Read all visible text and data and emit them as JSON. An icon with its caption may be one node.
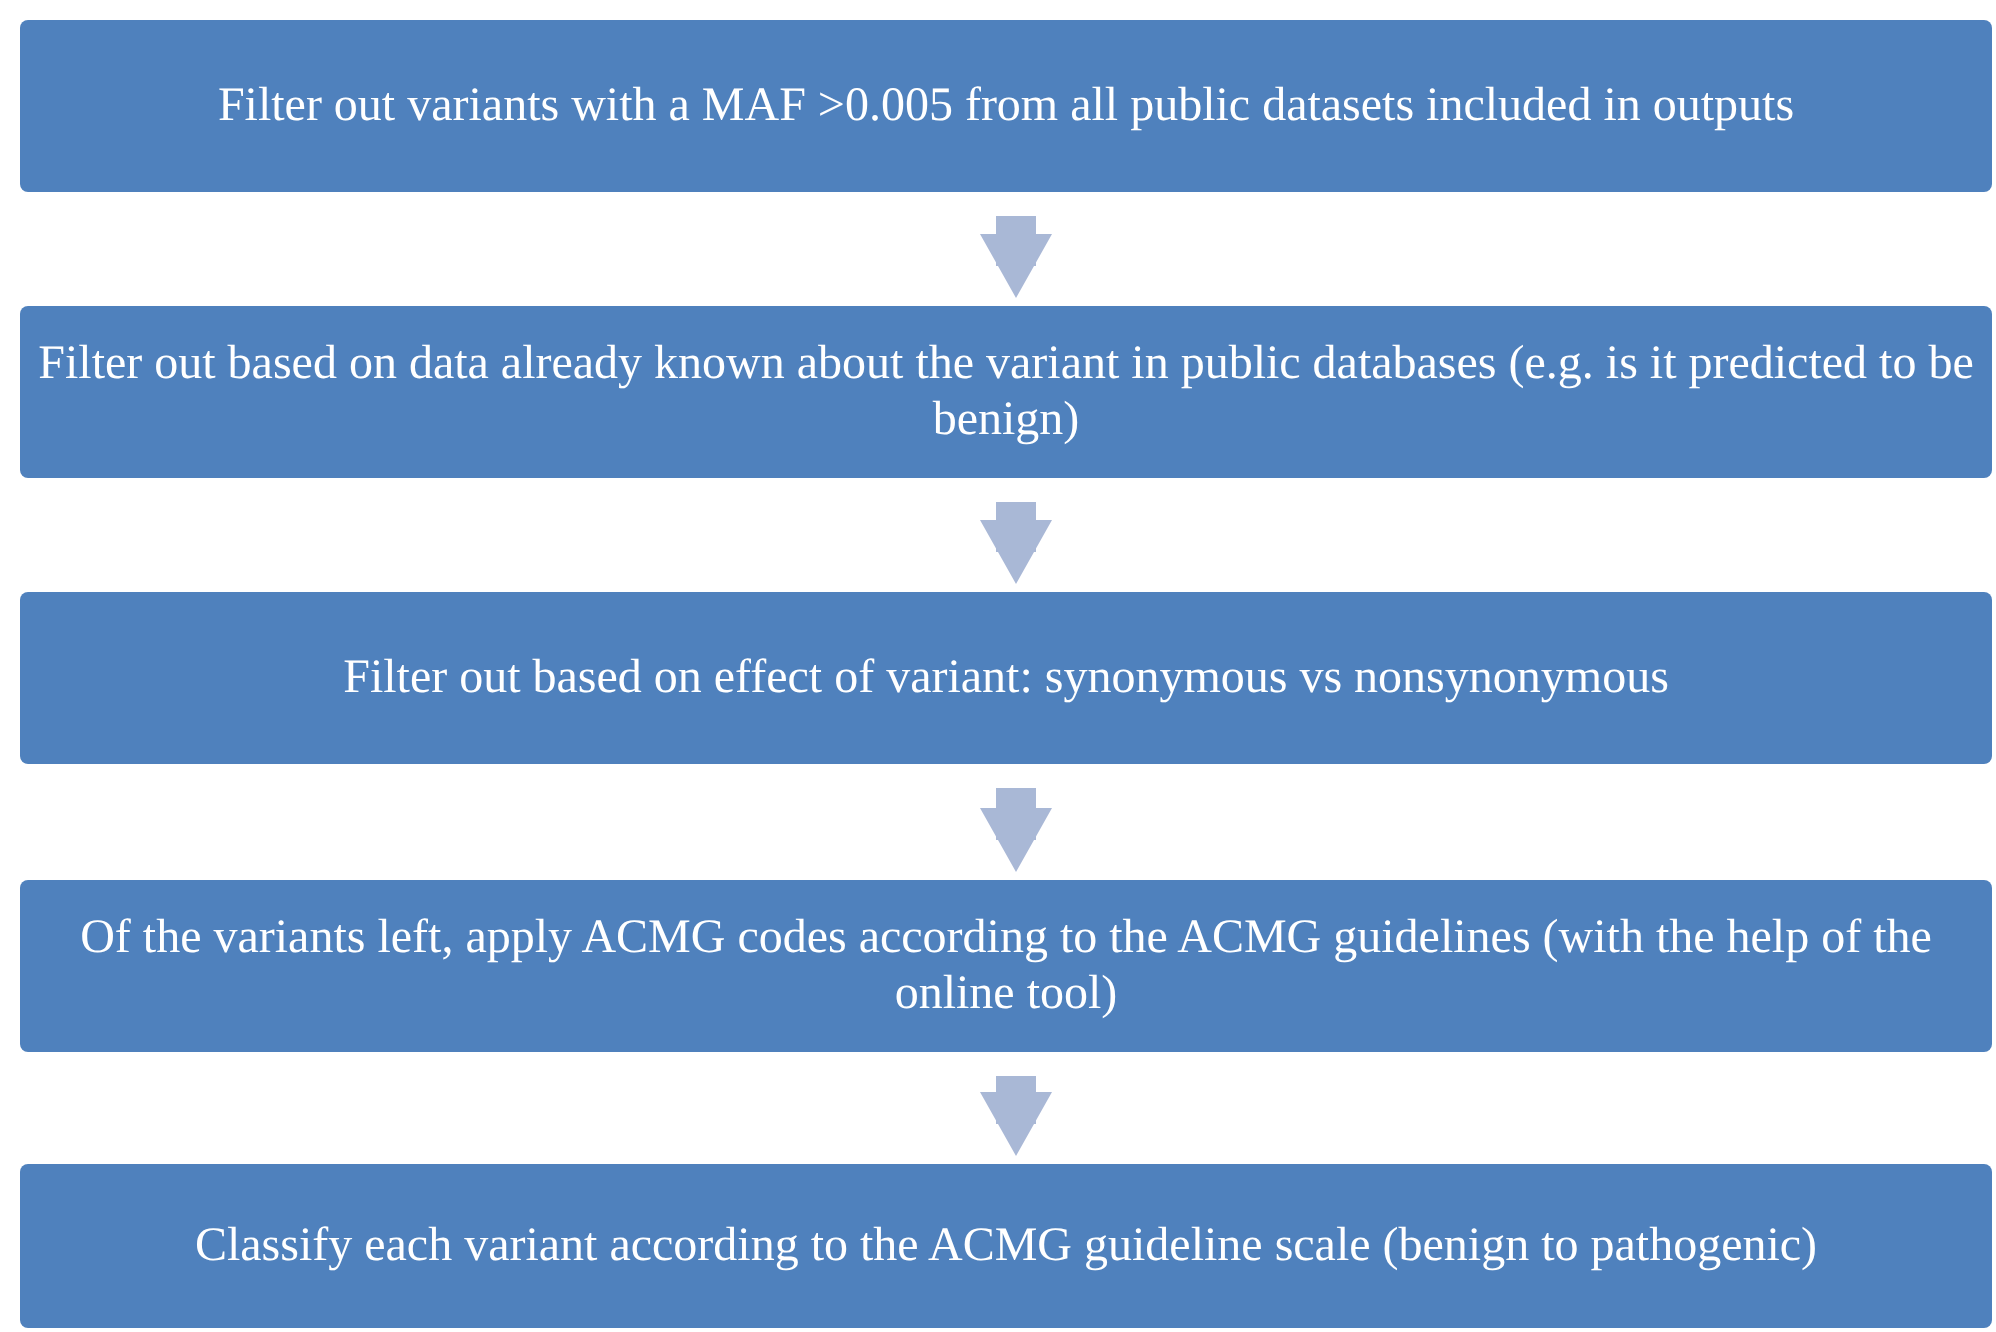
{
  "diagram": {
    "nodes": [
      {
        "text": [
          "Filter out variants with a MAF >0.005 from all public datasets included in outputs"
        ]
      },
      {
        "text": [
          "Filter out based on data already known about the variant in public databases (e.g. is it predicted to be benign)"
        ]
      },
      {
        "text": [
          "Filter out based on effect of variant: synonymous vs nonsynonymous"
        ]
      },
      {
        "text": [
          "Of the variants left, apply ACMG codes according to the ACMG guidelines (with the help of the online tool)"
        ]
      },
      {
        "text": [
          "Classify each variant according to the ACMG guideline scale (benign to pathogenic)"
        ]
      }
    ],
    "edges": [
      {
        "from": 0,
        "to": 1,
        "arrow": "to"
      },
      {
        "from": 1,
        "to": 2,
        "arrow": "to"
      },
      {
        "from": 2,
        "to": 3,
        "arrow": "to"
      },
      {
        "from": 3,
        "to": 4,
        "arrow": "to"
      }
    ]
  }
}
